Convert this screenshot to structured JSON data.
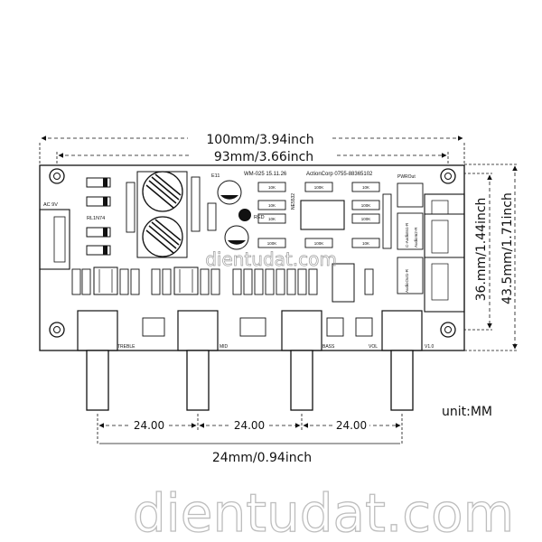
{
  "dimensions": {
    "overall_width": "100mm/3.94inch",
    "hole_width": "93mm/3.66inch",
    "overall_height": "43.5mm/1.71inch",
    "hole_height": "36.mm/1.44inch",
    "knob_spacing_1": "24.00",
    "knob_spacing_2": "24.00",
    "knob_spacing_3": "24.00",
    "knob_spacing_total": "24mm/0.94inch",
    "unit": "unit:MM"
  },
  "board": {
    "model_text": "WM-025 15.11.26",
    "company_text": "ActionCorp 0755-88365102",
    "ac_label": "AC 9V",
    "rectifier_label": "RL1N74",
    "power_label": "PWROut",
    "out_labels": [
      "C-AudioIn1-R",
      "AudioIn2-R",
      "AudioOut1-R"
    ],
    "ic_label": "NE5532",
    "led_label": "RED",
    "pot_labels": [
      "TREBLE",
      "MID",
      "BASS",
      "VOL"
    ],
    "resistor_labels": [
      "10K",
      "100K",
      "10K",
      "10K",
      "100K",
      "10K",
      "100K",
      "100K",
      "100K",
      "10K"
    ],
    "v_label": "V1.0",
    "cap_label": "E11"
  },
  "watermark": {
    "small": "dientudat.com",
    "large": "dientudat.com"
  }
}
